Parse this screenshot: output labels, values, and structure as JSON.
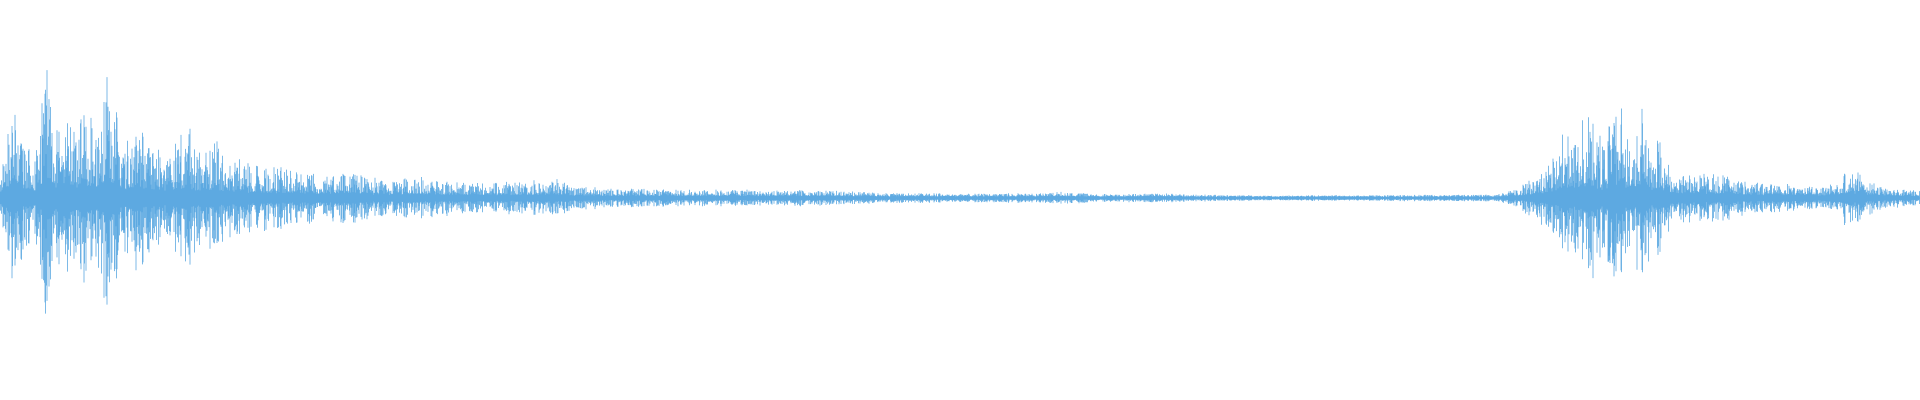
{
  "waveform": {
    "color": "#5DA9E1",
    "background": "#FFFFFF",
    "envelope": [
      [
        0.0,
        0.2
      ],
      [
        0.004,
        0.4
      ],
      [
        0.008,
        0.6
      ],
      [
        0.012,
        0.35
      ],
      [
        0.016,
        0.3
      ],
      [
        0.02,
        0.3
      ],
      [
        0.024,
        0.95
      ],
      [
        0.028,
        0.4
      ],
      [
        0.032,
        0.5
      ],
      [
        0.036,
        0.6
      ],
      [
        0.04,
        0.45
      ],
      [
        0.044,
        0.55
      ],
      [
        0.05,
        0.4
      ],
      [
        0.056,
        0.8
      ],
      [
        0.062,
        0.45
      ],
      [
        0.068,
        0.35
      ],
      [
        0.072,
        0.5
      ],
      [
        0.08,
        0.3
      ],
      [
        0.09,
        0.3
      ],
      [
        0.097,
        0.45
      ],
      [
        0.105,
        0.25
      ],
      [
        0.112,
        0.35
      ],
      [
        0.12,
        0.25
      ],
      [
        0.13,
        0.22
      ],
      [
        0.15,
        0.18
      ],
      [
        0.17,
        0.15
      ],
      [
        0.185,
        0.16
      ],
      [
        0.2,
        0.1
      ],
      [
        0.22,
        0.12
      ],
      [
        0.24,
        0.09
      ],
      [
        0.26,
        0.09
      ],
      [
        0.28,
        0.1
      ],
      [
        0.29,
        0.11
      ],
      [
        0.3,
        0.07
      ],
      [
        0.32,
        0.05
      ],
      [
        0.34,
        0.05
      ],
      [
        0.36,
        0.045
      ],
      [
        0.38,
        0.05
      ],
      [
        0.4,
        0.04
      ],
      [
        0.42,
        0.045
      ],
      [
        0.44,
        0.035
      ],
      [
        0.46,
        0.025
      ],
      [
        0.48,
        0.025
      ],
      [
        0.5,
        0.018
      ],
      [
        0.52,
        0.025
      ],
      [
        0.54,
        0.022
      ],
      [
        0.556,
        0.035
      ],
      [
        0.57,
        0.018
      ],
      [
        0.6,
        0.022
      ],
      [
        0.62,
        0.018
      ],
      [
        0.64,
        0.012
      ],
      [
        0.66,
        0.01
      ],
      [
        0.68,
        0.012
      ],
      [
        0.7,
        0.01
      ],
      [
        0.72,
        0.012
      ],
      [
        0.74,
        0.014
      ],
      [
        0.76,
        0.014
      ],
      [
        0.78,
        0.015
      ],
      [
        0.79,
        0.05
      ],
      [
        0.8,
        0.14
      ],
      [
        0.81,
        0.25
      ],
      [
        0.815,
        0.42
      ],
      [
        0.82,
        0.38
      ],
      [
        0.825,
        0.5
      ],
      [
        0.83,
        0.52
      ],
      [
        0.835,
        0.3
      ],
      [
        0.84,
        0.52
      ],
      [
        0.845,
        0.55
      ],
      [
        0.85,
        0.3
      ],
      [
        0.855,
        0.58
      ],
      [
        0.86,
        0.32
      ],
      [
        0.865,
        0.4
      ],
      [
        0.87,
        0.18
      ],
      [
        0.88,
        0.15
      ],
      [
        0.89,
        0.16
      ],
      [
        0.9,
        0.13
      ],
      [
        0.91,
        0.1
      ],
      [
        0.92,
        0.09
      ],
      [
        0.93,
        0.08
      ],
      [
        0.94,
        0.07
      ],
      [
        0.95,
        0.06
      ],
      [
        0.955,
        0.08
      ],
      [
        0.963,
        0.2
      ],
      [
        0.97,
        0.12
      ],
      [
        0.98,
        0.07
      ],
      [
        0.99,
        0.05
      ],
      [
        1.0,
        0.04
      ]
    ]
  }
}
